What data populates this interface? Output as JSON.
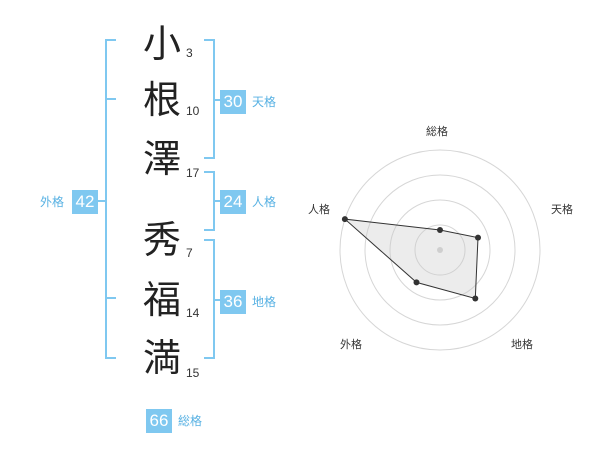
{
  "name": {
    "characters": [
      {
        "char": "小",
        "strokes": "3"
      },
      {
        "char": "根",
        "strokes": "10"
      },
      {
        "char": "澤",
        "strokes": "17"
      },
      {
        "char": "秀",
        "strokes": "7"
      },
      {
        "char": "福",
        "strokes": "14"
      },
      {
        "char": "満",
        "strokes": "15"
      }
    ]
  },
  "fortunes": {
    "tenkaku": {
      "value": "30",
      "label": "天格"
    },
    "jinkaku": {
      "value": "24",
      "label": "人格"
    },
    "chikaku": {
      "value": "36",
      "label": "地格"
    },
    "gaikaku": {
      "value": "42",
      "label": "外格"
    },
    "soukaku": {
      "value": "66",
      "label": "総格"
    }
  },
  "colors": {
    "accent": "#7fc8f0",
    "accent_text": "#57b1e3",
    "bracket": "#7fc8f0"
  },
  "chart_data": {
    "type": "radar",
    "axes": [
      "総格",
      "天格",
      "地格",
      "外格",
      "人格"
    ],
    "values": [
      1,
      2,
      3,
      2,
      5
    ],
    "range": [
      0,
      5
    ],
    "rings": 4
  }
}
